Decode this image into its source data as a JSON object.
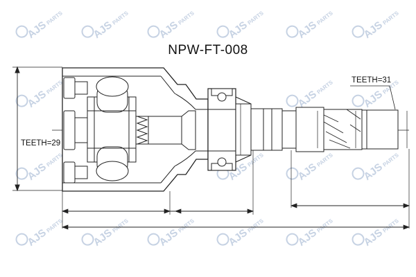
{
  "diagram": {
    "part_number": "NPW-FT-008",
    "teeth_inner": "TEETH=29",
    "teeth_outer": "TEETH=31"
  },
  "watermark": {
    "brand": "AJS",
    "suffix": "PARTS",
    "color": "#8fa6c8",
    "icon": "ajs-parts-logo-icon"
  },
  "colors": {
    "outline": "#222222",
    "fill": "#ffffff"
  }
}
